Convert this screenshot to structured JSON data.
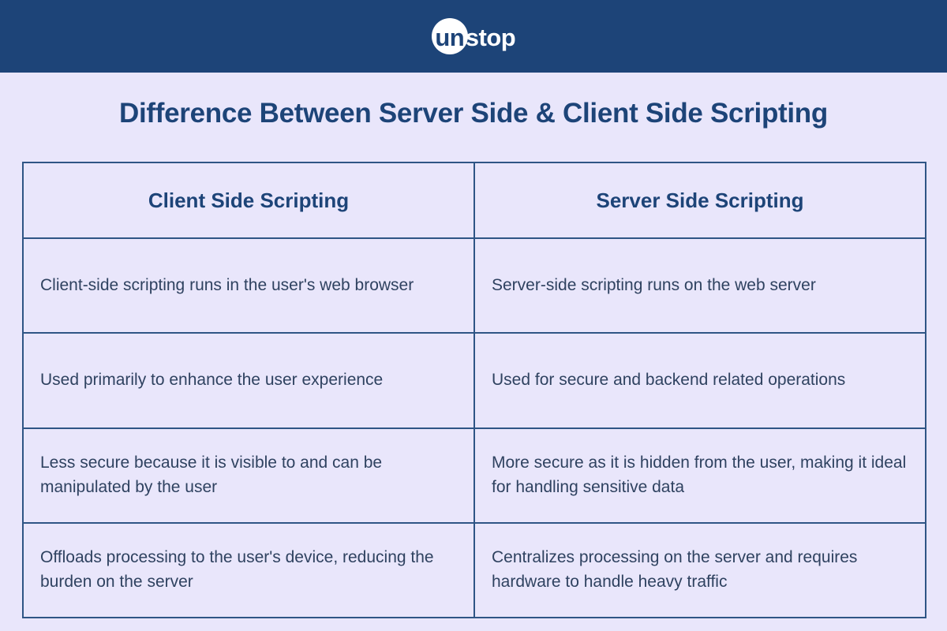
{
  "brand": {
    "logo_name": "unstop-logo",
    "logo_part1": "un",
    "logo_part2": "stop",
    "bar_color": "#1d4478"
  },
  "page": {
    "background_color": "#e9e6fb",
    "title": "Difference Between Server Side & Client Side Scripting",
    "title_color": "#1d4478"
  },
  "table": {
    "border_color": "#2f5585",
    "header_text_color": "#1d4478",
    "body_text_color": "#2f4260",
    "columns": [
      "Client Side Scripting",
      "Server Side Scripting"
    ],
    "rows": [
      {
        "client": "Client-side scripting runs in the user's web browser",
        "server": "Server-side scripting runs on the web server"
      },
      {
        "client": "Used primarily to enhance the user experience",
        "server": "Used for secure and backend related operations"
      },
      {
        "client": "Less secure because it is visible to and can be manipulated by the user",
        "server": "More secure as it is hidden from the user, making it ideal for handling sensitive data"
      },
      {
        "client": "Offloads processing to the user's device, reducing the burden on the server",
        "server": "Centralizes processing on the server and requires hardware to handle heavy traffic"
      }
    ]
  }
}
